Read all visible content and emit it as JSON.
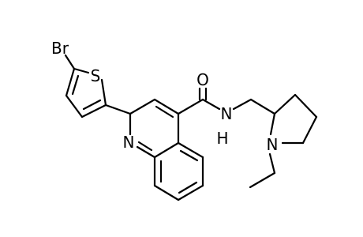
{
  "molecule": {
    "atoms": {
      "br": "Br",
      "s": "S",
      "n_quinoline": "N",
      "o": "O",
      "n_amide": "N",
      "h_amide": "H",
      "n_pyrrolidine": "N"
    }
  },
  "colors": {
    "bond": "#000000",
    "label": "#000000",
    "background": "#ffffff"
  }
}
